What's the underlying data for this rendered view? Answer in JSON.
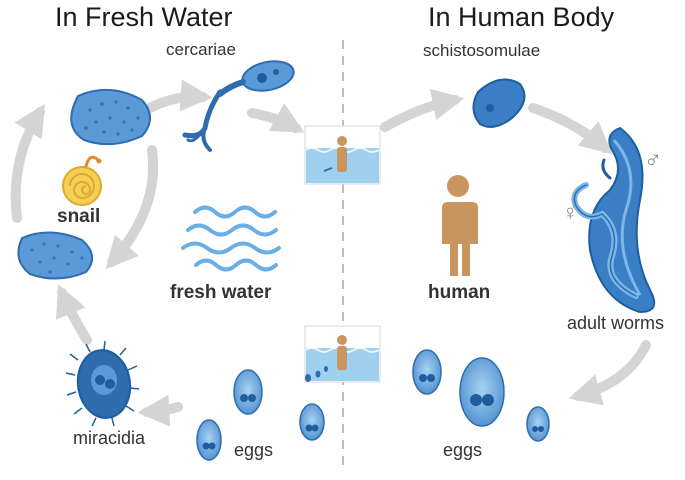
{
  "titles": {
    "left": "In Fresh Water",
    "right": "In Human Body"
  },
  "labels": {
    "cercariae": "cercariae",
    "schistosomulae": "schistosomulae",
    "snail": "snail",
    "fresh_water": "fresh water",
    "human": "human",
    "adult_worms": "adult worms",
    "miracidia": "miracidia",
    "eggs_left": "eggs",
    "eggs_right": "eggs"
  },
  "symbols": {
    "female": "♀",
    "male": "♂"
  },
  "colors": {
    "organism_blue": "#3a7fc6",
    "organism_light": "#7db7e8",
    "organism_dark": "#1f5e9e",
    "arrow_gray": "#d4d4d4",
    "human_tan": "#c8955e",
    "water_blue": "#9fd0f0",
    "snail_yellow": "#f6cf55"
  }
}
